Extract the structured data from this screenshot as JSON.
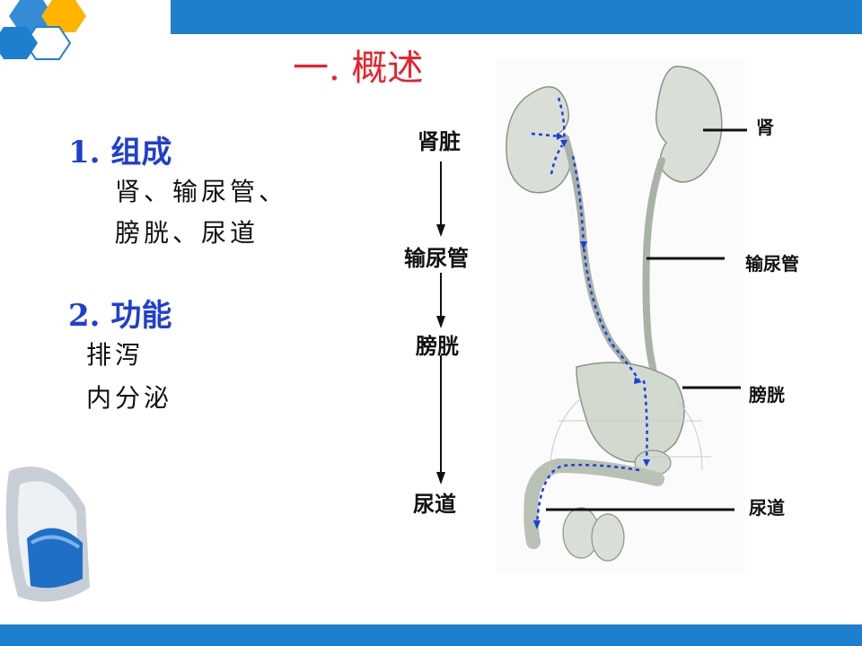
{
  "slide": {
    "title": "一.  概述",
    "section1": {
      "heading": "1. 组成",
      "lines": [
        "肾、输尿管、",
        "膀胱、尿道"
      ]
    },
    "section2": {
      "heading": "2. 功能",
      "lines": [
        "排泻",
        "内分泌"
      ]
    },
    "flow": [
      "肾脏",
      "输尿管",
      "膀胱",
      "尿道"
    ],
    "labels": {
      "kidney": "肾",
      "ureter": "输尿管",
      "bladder": "膀胱",
      "urethra": "尿道"
    }
  },
  "colors": {
    "accent_bar": "#1f7fcf",
    "title": "#e8212a",
    "heading": "#1f3fd0",
    "flow_arrow": "#1a3fe0"
  }
}
